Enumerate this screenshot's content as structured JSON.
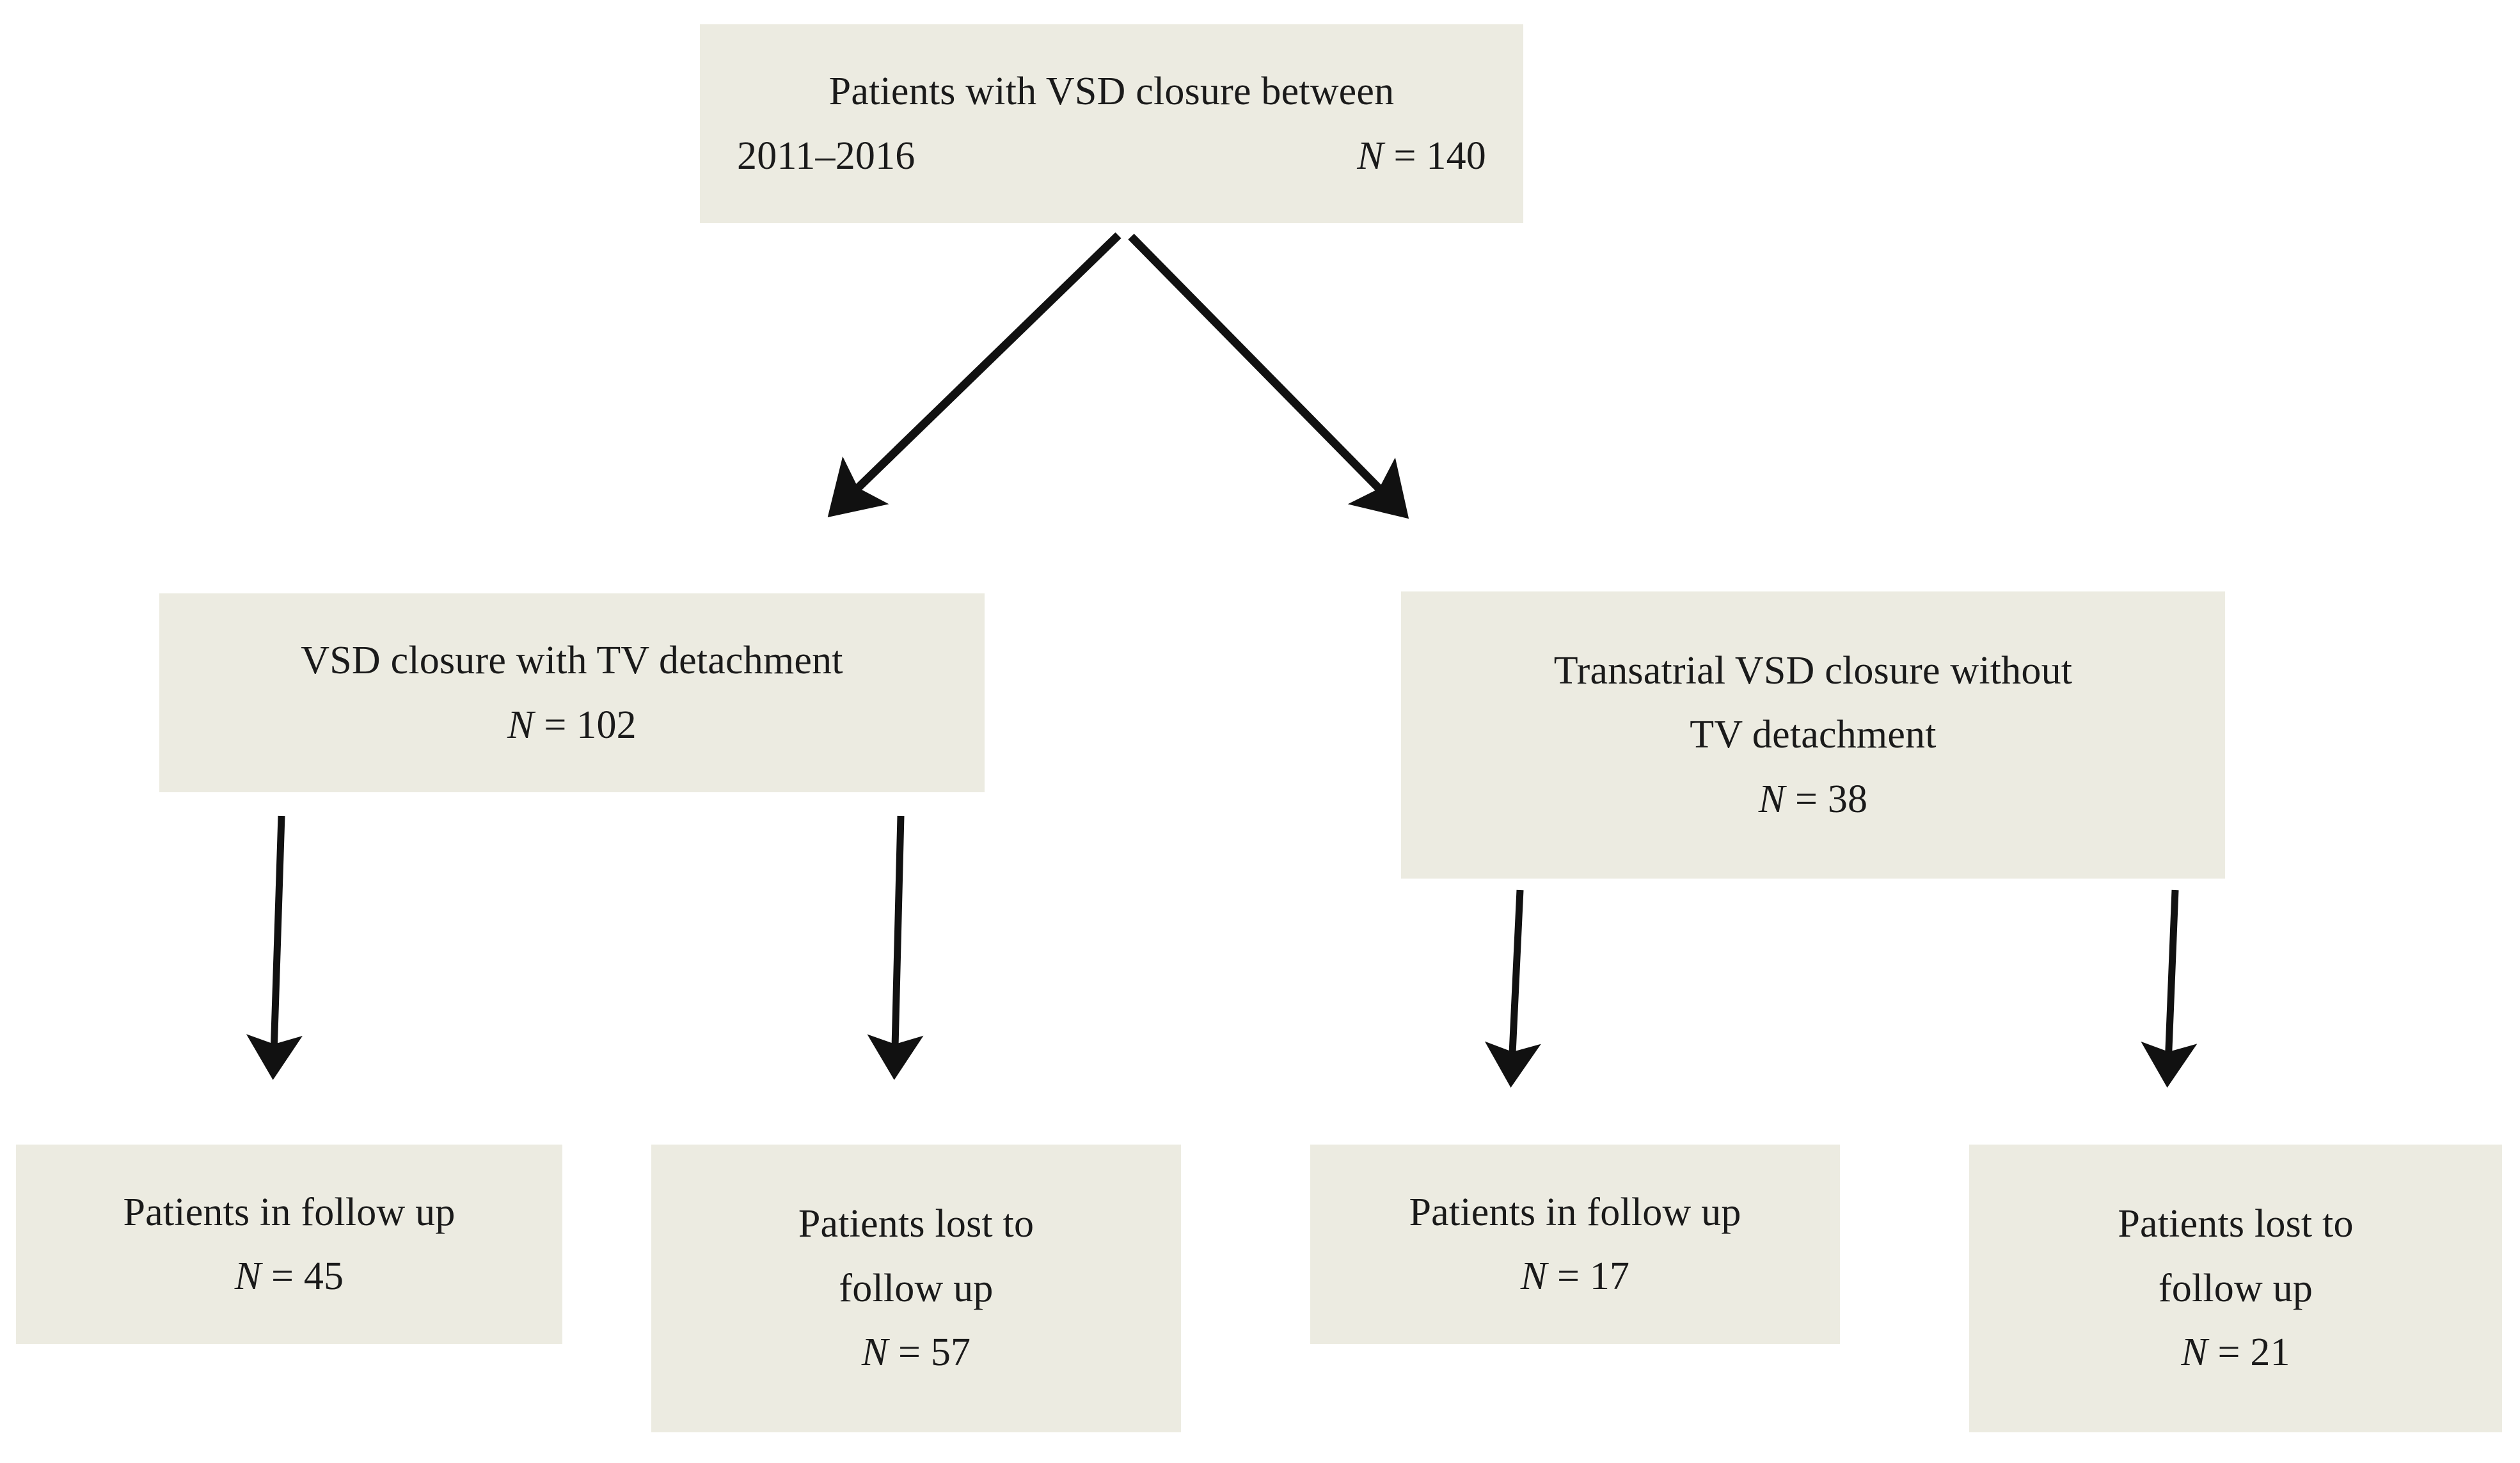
{
  "figure": {
    "type": "flowchart",
    "orientation": "top-down",
    "box_fill": "#ecebe1",
    "arrow_color": "#111111",
    "background": "#ffffff"
  },
  "nodes": {
    "root": {
      "id": "root",
      "line1": "Patients with VSD closure between",
      "line2_left": "2011–2016",
      "line2_n_symbol": "N",
      "line2_n_eq": "= 140",
      "n_label": "N = 140",
      "n_value": 140
    },
    "left": {
      "id": "vsd-closure-with-tv-detachment",
      "line1": "VSD closure with TV detachment",
      "n_symbol": "N",
      "n_eq": "= 102",
      "n_label": "N = 102",
      "n_value": 102
    },
    "right": {
      "id": "transatrial-vsd-closure-without-tv-detachment",
      "line1": "Transatrial VSD closure without",
      "line2": "TV detachment",
      "n_symbol": "N",
      "n_eq": "= 38",
      "n_label": "N = 38",
      "n_value": 38
    },
    "left_followup": {
      "id": "left-patients-in-follow-up",
      "line1": "Patients in follow up",
      "n_symbol": "N",
      "n_eq": "= 45",
      "n_label": "N = 45",
      "n_value": 45
    },
    "left_lost": {
      "id": "left-patients-lost-to-follow-up",
      "line1": "Patients lost to",
      "line2": "follow up",
      "n_symbol": "N",
      "n_eq": "= 57",
      "n_label": "N = 57",
      "n_value": 57
    },
    "right_followup": {
      "id": "right-patients-in-follow-up",
      "line1": "Patients in follow up",
      "n_symbol": "N",
      "n_eq": "= 17",
      "n_label": "N = 17",
      "n_value": 17
    },
    "right_lost": {
      "id": "right-patients-lost-to-follow-up",
      "line1": "Patients lost to",
      "line2": "follow up",
      "n_symbol": "N",
      "n_eq": "= 21",
      "n_label": "N = 21",
      "n_value": 21
    }
  },
  "edges": [
    {
      "from": "root",
      "to": "left",
      "style": "diagonal-arrow"
    },
    {
      "from": "root",
      "to": "right",
      "style": "diagonal-arrow"
    },
    {
      "from": "left",
      "to": "left_followup",
      "style": "vertical-arrow"
    },
    {
      "from": "left",
      "to": "left_lost",
      "style": "vertical-arrow"
    },
    {
      "from": "right",
      "to": "right_followup",
      "style": "vertical-arrow"
    },
    {
      "from": "right",
      "to": "right_lost",
      "style": "vertical-arrow"
    }
  ]
}
